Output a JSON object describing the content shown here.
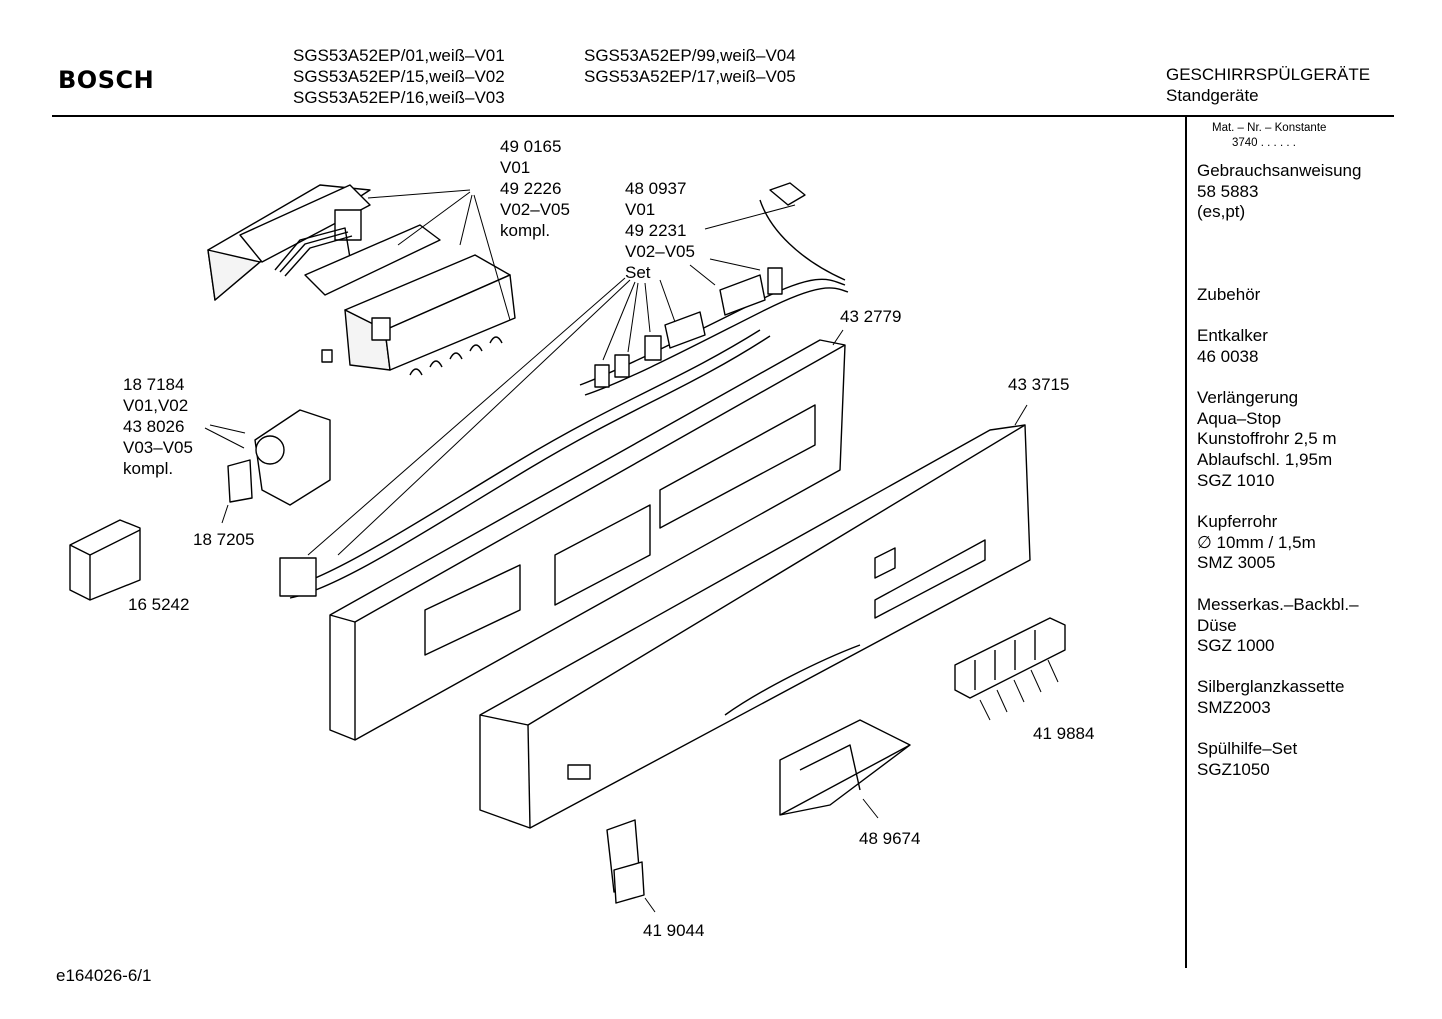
{
  "header": {
    "brand": "BOSCH",
    "models_col1": [
      "SGS53A52EP/01,weiß–V01",
      "SGS53A52EP/15,weiß–V02",
      "SGS53A52EP/16,weiß–V03"
    ],
    "models_col2": [
      "SGS53A52EP/99,weiß–V04",
      "SGS53A52EP/17,weiß–V05"
    ],
    "category": "GESCHIRRSPÜLGERÄTE",
    "subcategory": "Standgeräte"
  },
  "sidebar": {
    "mat_label": "Mat. – Nr. – Konstante",
    "mat_value": "3740  .  .   .  .  .  .",
    "blocks": [
      [
        "Gebrauchsanweisung",
        "58 5883",
        "(es,pt)"
      ],
      [
        "Zubehör"
      ],
      [
        "Entkalker",
        "46 0038"
      ],
      [
        "Verlängerung",
        "Aqua–Stop",
        "Kunstoffrohr 2,5 m",
        "Ablaufschl. 1,95m",
        "SGZ 1010"
      ],
      [
        "Kupferrohr",
        "∅ 10mm / 1,5m",
        "SMZ 3005"
      ],
      [
        "Messerkas.–Backbl.–",
        "Düse",
        "SGZ 1000"
      ],
      [
        "Silberglanzkassette",
        "SMZ2003"
      ],
      [
        "Spülhilfe–Set",
        "SGZ1050"
      ]
    ]
  },
  "parts": {
    "p490165": [
      "49 0165",
      "V01",
      "49 2226",
      "V02–V05",
      "kompl."
    ],
    "p480937": [
      "48 0937",
      "V01",
      "49 2231",
      "V02–V05",
      "Set"
    ],
    "p187184": [
      "18 7184",
      "V01,V02",
      "43 8026",
      "V03–V05",
      "kompl."
    ],
    "p187205": "18 7205",
    "p165242": "16 5242",
    "p432779": "43 2779",
    "p433715": "43 3715",
    "p419884": "41 9884",
    "p489674": "48 9674",
    "p419044": "41 9044"
  },
  "footer": {
    "doc_id": "e164026-6/1"
  }
}
